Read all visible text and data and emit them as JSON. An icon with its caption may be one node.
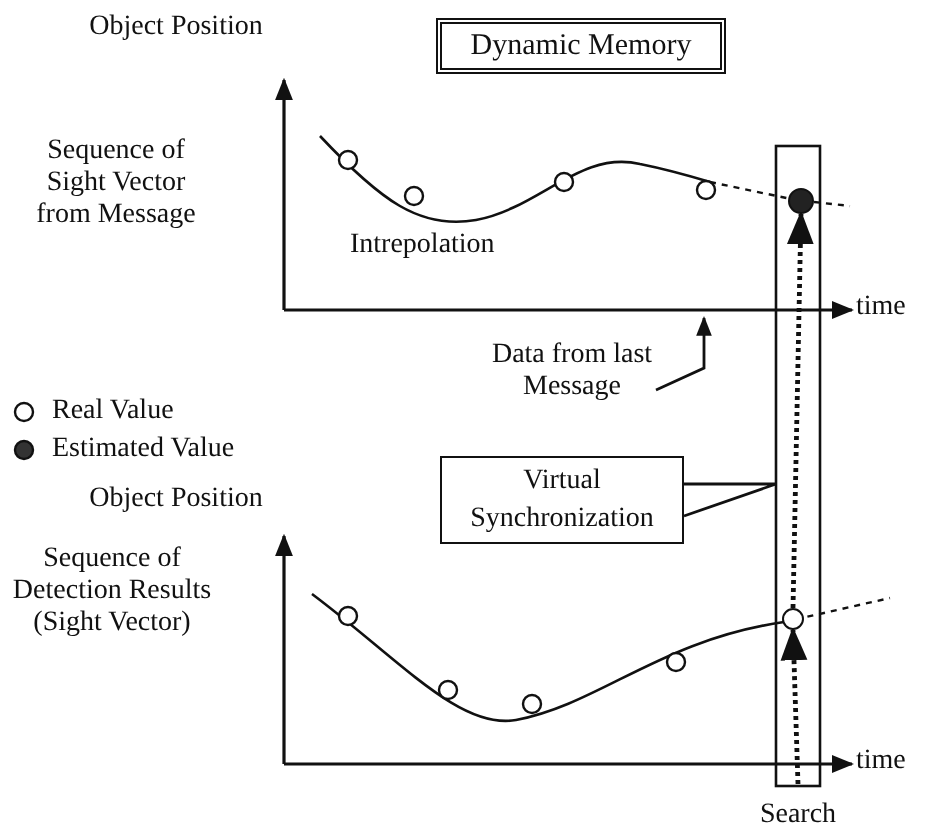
{
  "diagram": {
    "nodes": [
      {
        "text": [
          "Dynamic Memory"
        ]
      },
      {
        "text": [
          "Virtual Synchronization"
        ]
      },
      {
        "text": [
          "Search"
        ]
      },
      {
        "text": [
          "Data from last Message"
        ]
      },
      {
        "text": [],
        "shape": "circle",
        "in": 2
      },
      {
        "text": [],
        "shape": "circle",
        "in": 2
      }
    ],
    "edges": [
      {
        "from": 3,
        "to": null,
        "arrow": "to"
      },
      {
        "from": 1,
        "to": 2,
        "arrow": "none"
      },
      {
        "from": null,
        "to": 5,
        "arrow": "to",
        "style": "dashed"
      },
      {
        "from": 5,
        "to": 4,
        "arrow": "to",
        "style": "dashed"
      }
    ],
    "labels": [
      "Object Position",
      "Sequence of Sight Vector from Message",
      "Intrepolation",
      "time",
      "Object Position",
      "Sequence of Detection Results (Sight Vector)",
      "time"
    ],
    "legend": [
      {
        "text": "Real Value"
      },
      {
        "text": "Estimated Value"
      }
    ]
  }
}
